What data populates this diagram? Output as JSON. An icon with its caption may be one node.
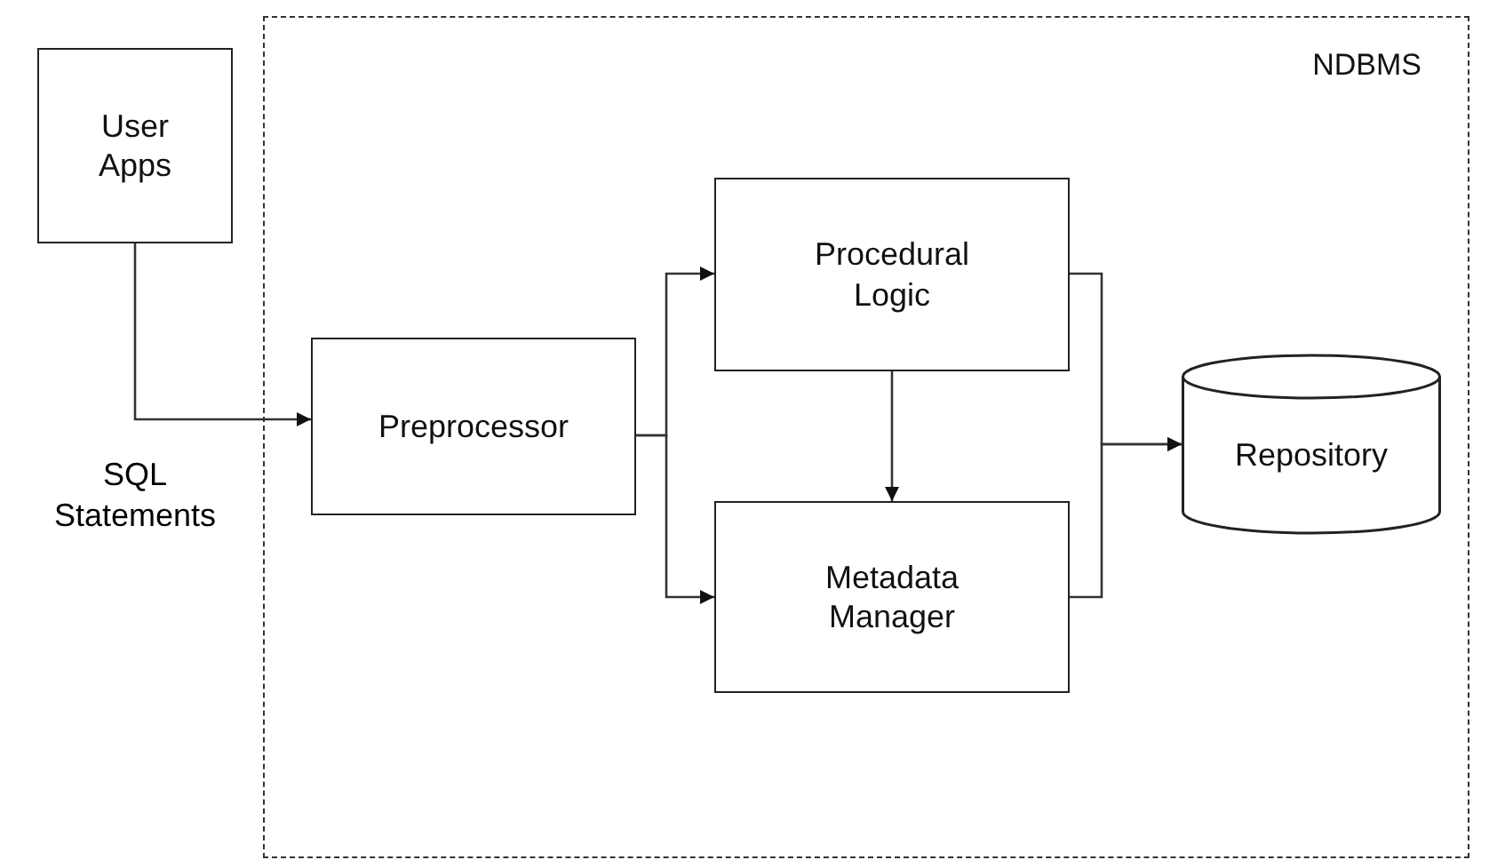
{
  "diagram": {
    "nodes": [
      {
        "text": [
          "NDBMS"
        ]
      },
      {
        "text": [
          "User Apps"
        ]
      },
      {
        "text": [
          "Preprocessor"
        ],
        "in": 0
      },
      {
        "text": [
          "Procedural Logic"
        ],
        "in": 0
      },
      {
        "text": [
          "Metadata Manager"
        ],
        "in": 0
      },
      {
        "text": [
          "Repository"
        ],
        "in": 0
      }
    ],
    "edges": [
      {
        "from": 1,
        "to": 2,
        "arrow": "to",
        "label": "SQL Statements"
      },
      {
        "from": 2,
        "to": 3,
        "arrow": "to"
      },
      {
        "from": 2,
        "to": 4,
        "arrow": "to"
      },
      {
        "from": 3,
        "to": 4,
        "arrow": "to"
      },
      {
        "from": 3,
        "to": 5,
        "arrow": "to"
      },
      {
        "from": 4,
        "to": 5,
        "arrow": "to"
      }
    ]
  }
}
